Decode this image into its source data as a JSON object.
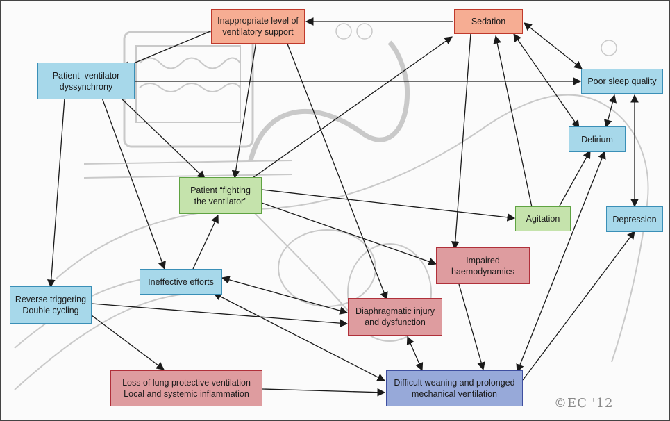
{
  "nodes": {
    "inappropriate_support": {
      "lines": [
        "Inappropriate level of",
        "ventilatory support"
      ]
    },
    "sedation": {
      "lines": [
        "Sedation"
      ]
    },
    "dyssynchrony": {
      "lines": [
        "Patient–ventilator",
        "dyssynchrony"
      ]
    },
    "poor_sleep": {
      "lines": [
        "Poor sleep quality"
      ]
    },
    "delirium": {
      "lines": [
        "Delirium"
      ]
    },
    "fighting": {
      "lines": [
        "Patient “fighting",
        "the ventilator”"
      ]
    },
    "agitation": {
      "lines": [
        "Agitation"
      ]
    },
    "depression": {
      "lines": [
        "Depression"
      ]
    },
    "impaired_haemo": {
      "lines": [
        "Impaired",
        "haemodynamics"
      ]
    },
    "ineffective": {
      "lines": [
        "Ineffective efforts"
      ]
    },
    "reverse_trig": {
      "lines": [
        "Reverse triggering",
        "Double cycling"
      ]
    },
    "diaphragm": {
      "lines": [
        "Diaphragmatic injury",
        "and dysfunction"
      ]
    },
    "lung_protective": {
      "lines": [
        "Loss of lung protective ventilation",
        "Local and systemic inflammation"
      ]
    },
    "weaning": {
      "lines": [
        "Difficult weaning and prolonged",
        "mechanical ventilation"
      ]
    }
  },
  "signature": "©EC '12",
  "colors": {
    "arrow": "#1a1a1a",
    "sketch": "#c9c9c9"
  }
}
